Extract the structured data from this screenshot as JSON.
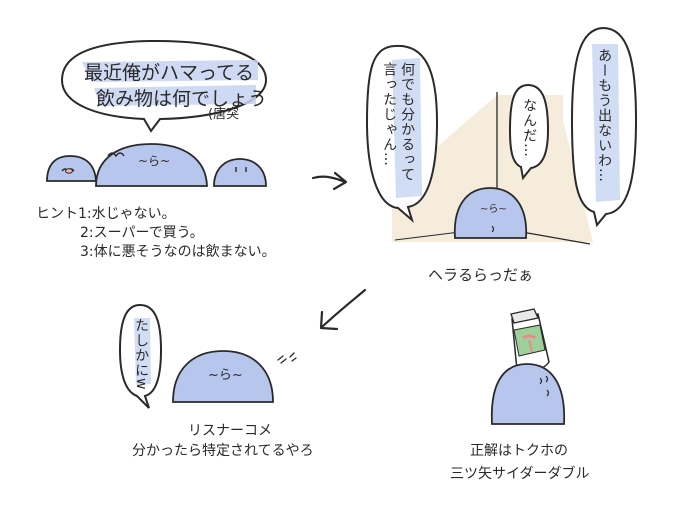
{
  "panel1": {
    "bubble_line1": "最近俺がハマってる",
    "bubble_line2": "飲み物は何でしょう",
    "aside": "(唐突",
    "face_marks": "~ら~",
    "hint_1": "ヒント1:水じゃない。",
    "hint_2": "2:スーパーで買う。",
    "hint_3": "3:体に悪そうなのは飲まない。"
  },
  "panel2": {
    "bubble_left_col1": "何でも分かるって",
    "bubble_left_col2": "言ったじゃん…",
    "bubble_middle": "なんだ…",
    "bubble_right": "あーもう出ないわ…",
    "caption": "ヘラるらっだぁ"
  },
  "panel3": {
    "bubble": "たしかにw",
    "face_marks": "~ら~",
    "caption_line1": "リスナーコメ",
    "caption_line2": "分かったら特定されてるやろ"
  },
  "panel4": {
    "caption_line1": "正解はトクホの",
    "caption_line2": "三ツ矢サイダーダブル"
  },
  "colors": {
    "blob_fill": "#b7c6ec",
    "ink": "#2a2a2a",
    "bubble_blue": "#c6d4f2",
    "room_shade": "#f5ecdc",
    "bottle_green": "#9fcf9a",
    "bottle_red": "#e88a8a"
  }
}
